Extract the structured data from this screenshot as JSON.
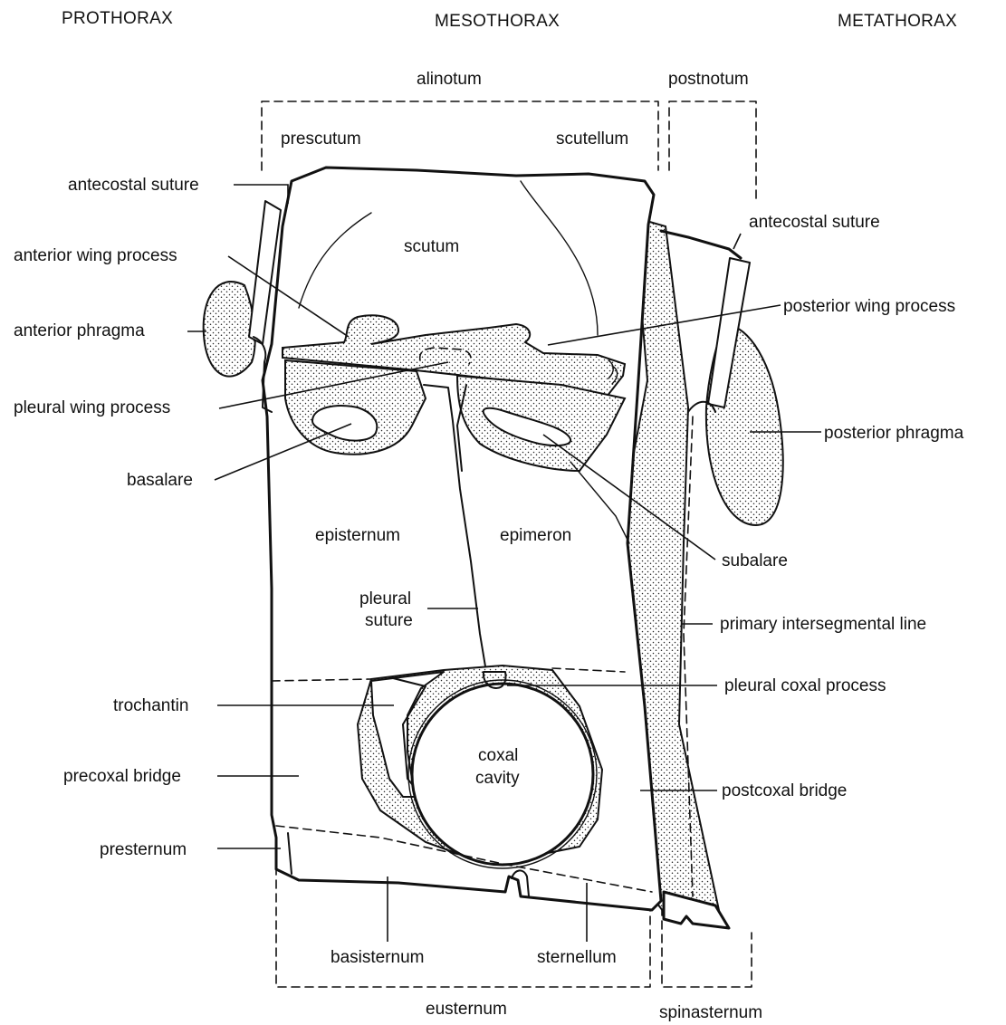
{
  "regions": {
    "prothorax": "PROTHORAX",
    "mesothorax": "MESOTHORAX",
    "metathorax": "METATHORAX"
  },
  "brackets": {
    "alinotum": "alinotum",
    "postnotum": "postnotum",
    "eusternum": "eusternum",
    "spinasternum": "spinasternum"
  },
  "labels": {
    "prescutum": "prescutum",
    "scutellum": "scutellum",
    "scutum": "scutum",
    "antecostal_suture_left": "antecostal suture",
    "antecostal_suture_right": "antecostal suture",
    "anterior_wing_process": "anterior wing process",
    "anterior_phragma": "anterior phragma",
    "posterior_wing_process": "posterior wing process",
    "pleural_wing_process": "pleural wing process",
    "posterior_phragma": "posterior phragma",
    "basalare": "basalare",
    "subalare": "subalare",
    "episternum": "episternum",
    "epimeron": "epimeron",
    "pleural_suture_line1": "pleural",
    "pleural_suture_line2": "suture",
    "primary_intersegmental_line": "primary intersegmental line",
    "pleural_coxal_process": "pleural coxal process",
    "trochantin": "trochantin",
    "coxal_cavity_line1": "coxal",
    "coxal_cavity_line2": "cavity",
    "precoxal_bridge": "precoxal bridge",
    "postcoxal_bridge": "postcoxal bridge",
    "presternum": "presternum",
    "basisternum": "basisternum",
    "sternellum": "sternellum"
  }
}
